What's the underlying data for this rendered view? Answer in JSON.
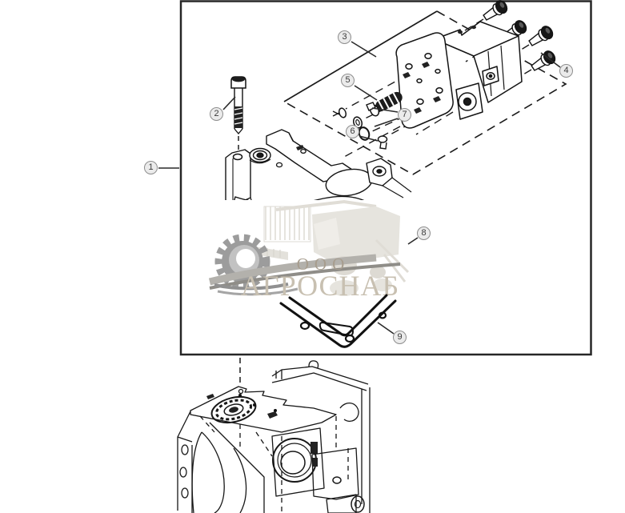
{
  "page": {
    "background": "#ffffff"
  },
  "diagram": {
    "type": "exploded-parts-diagram",
    "callouts": [
      {
        "label": "1"
      },
      {
        "label": "2"
      },
      {
        "label": "3"
      },
      {
        "label": "4"
      },
      {
        "label": "5"
      },
      {
        "label": "6"
      },
      {
        "label": "7"
      },
      {
        "label": "8"
      },
      {
        "label": "9"
      }
    ]
  },
  "watermark": {
    "prefix": "ООО",
    "name": "АГРОСНАБ",
    "gear_color": "#9c9c9c",
    "prefix_color": "#a79d8e",
    "name_color": "#c8c0b1",
    "art_color": "#e3e1db"
  }
}
